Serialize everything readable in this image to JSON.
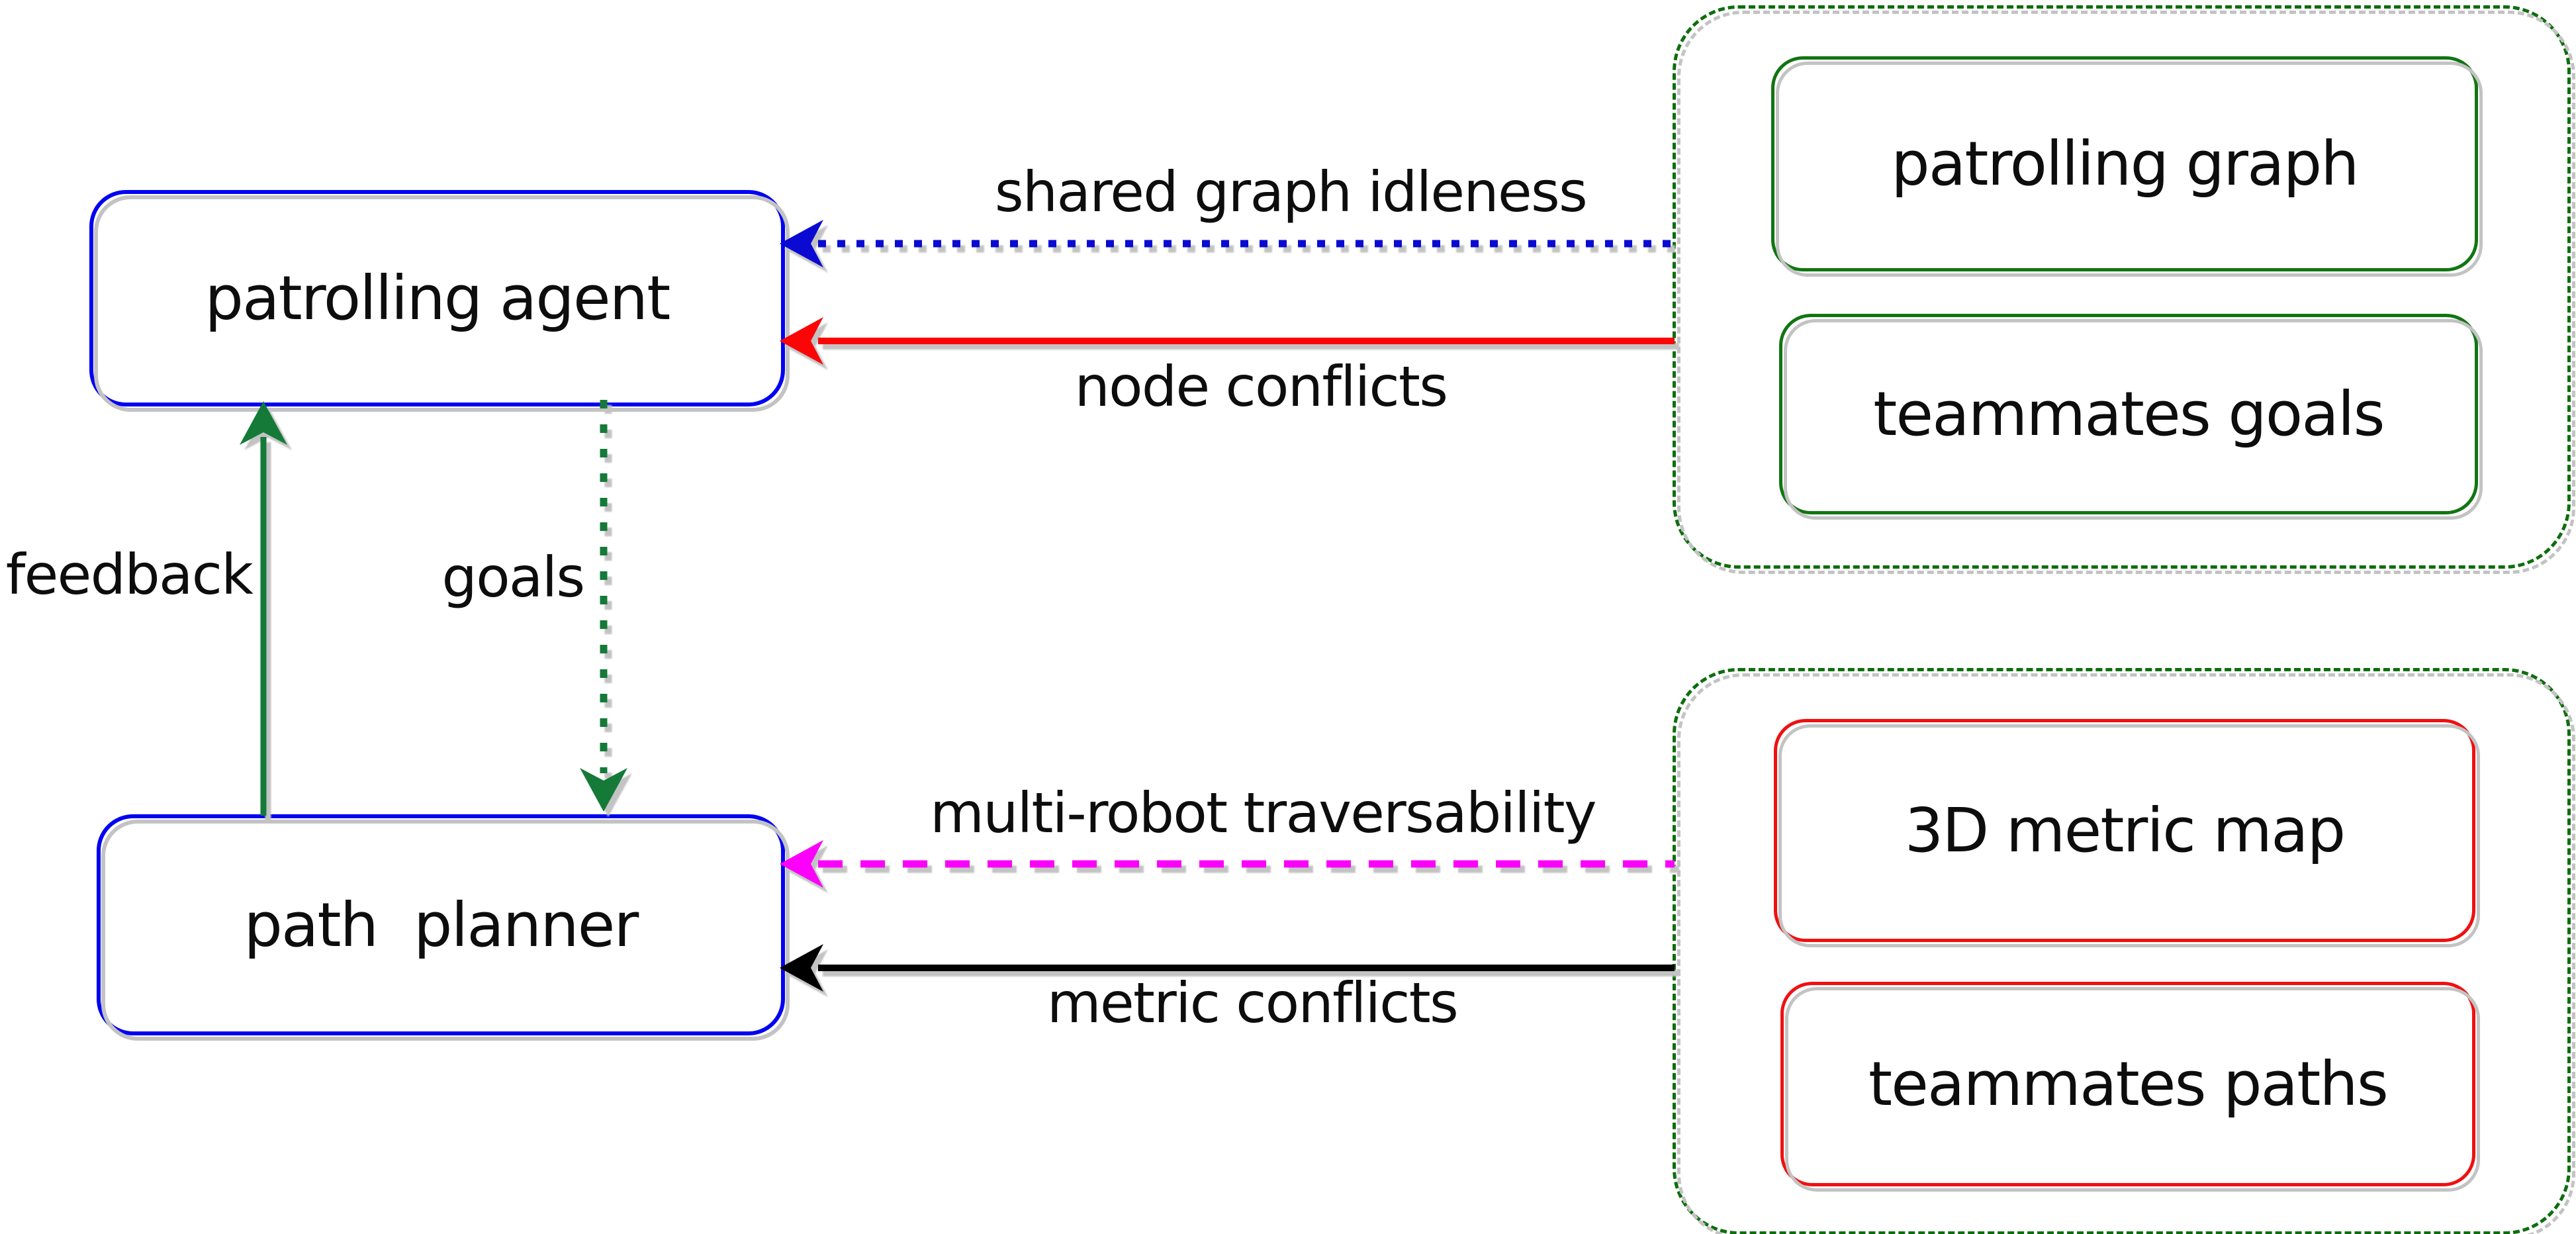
{
  "figure": {
    "type": "block-diagram",
    "background": "#ffffff",
    "nodes": {
      "patrolling_agent": "patrolling agent",
      "path_planner": "path  planner",
      "patrolling_graph": "patrolling graph",
      "teammates_goals": "teammates goals",
      "metric_map": "3D metric map",
      "teammates_paths": "teammates paths"
    },
    "edge_labels": {
      "shared_graph_idleness": "shared graph idleness",
      "node_conflicts": "node conflicts",
      "feedback": "feedback",
      "goals": "goals",
      "multi_robot_traversability": "multi-robot traversability",
      "metric_conflicts": "metric conflicts"
    },
    "colors": {
      "blue-border": "#0202f2",
      "blue-dot": "#0a0ad2",
      "red-line": "#fb0606",
      "red-border": "#f01010",
      "green-arrow": "#157a38",
      "green-border": "#117511",
      "green-dash": "#0d6e0d",
      "magenta": "#fb00fb",
      "black-line": "#000000",
      "shadow": "#c3c3c3",
      "text": "#0d0d0d"
    }
  }
}
